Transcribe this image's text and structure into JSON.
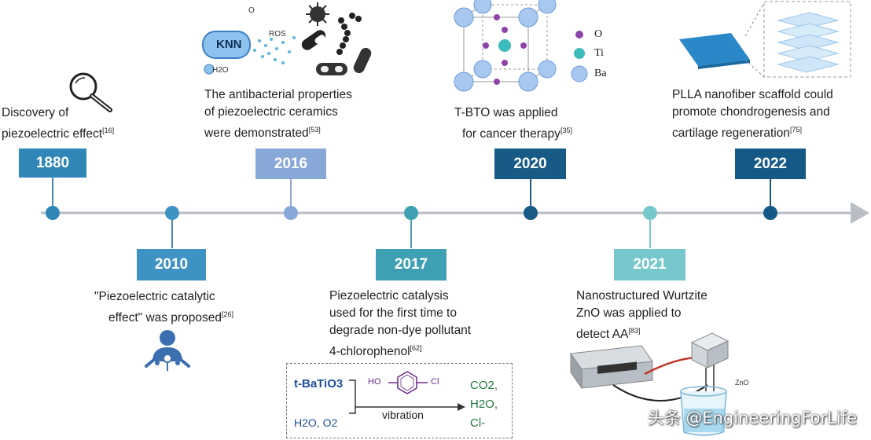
{
  "timeline": {
    "events": [
      {
        "year": "1880",
        "color": "#2f86b7",
        "text_lines": [
          "Discovery of",
          "piezoelectric effect"
        ],
        "ref": "[16]"
      },
      {
        "year": "2010",
        "color": "#3f92c4",
        "text_lines": [
          "\"Piezoelectric catalytic",
          "effect\" was proposed"
        ],
        "ref": "[26]"
      },
      {
        "year": "2016",
        "color": "#88a8d8",
        "text_lines": [
          "The antibacterial properties",
          "of piezoelectric ceramics",
          "were demonstrated"
        ],
        "ref": "[53]"
      },
      {
        "year": "2017",
        "color": "#3fa0b3",
        "text_lines": [
          "Piezoelectric catalysis",
          "used for the first time to",
          "degrade non-dye pollutant",
          "4-chlorophenol"
        ],
        "ref": "[62]"
      },
      {
        "year": "2020",
        "color": "#175a86",
        "text_lines": [
          "T-BTO was applied",
          "for cancer therapy"
        ],
        "ref": "[35]"
      },
      {
        "year": "2021",
        "color": "#76c8cc",
        "text_lines": [
          "Nanostructured Wurtzite",
          "ZnO was applied to",
          "detect AA"
        ],
        "ref": "[83]"
      },
      {
        "year": "2022",
        "color": "#155a86",
        "text_lines": [
          "PLLA nanofiber scaffold could",
          "promote chondrogenesis and",
          "cartilage regeneration"
        ],
        "ref": "[75]"
      }
    ]
  },
  "illustrations": {
    "knn_label": "KNN",
    "ros_label": "ROS",
    "o2_label": "O",
    "h2o_label": "H2O",
    "crystal_legend": [
      "O",
      "Ti",
      "Ba"
    ],
    "reaction": {
      "reactant": "t-BaTiO3",
      "conditions": "H2O, O2",
      "ho": "HO",
      "cl": "Cl",
      "vibration": "vibration",
      "products": [
        "CO2,",
        "H2O,",
        "Cl-"
      ]
    },
    "zno_label": "ZnO"
  },
  "watermark": "头条 @EngineeringForLife"
}
